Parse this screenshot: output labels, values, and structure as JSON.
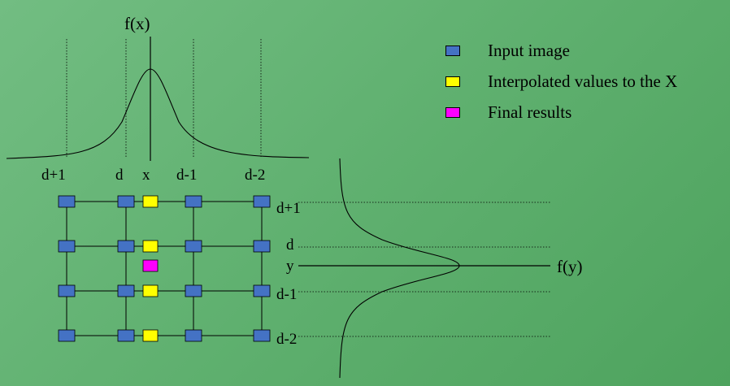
{
  "labels": {
    "fx": "f(x)",
    "fy": "f(y)",
    "x_ticks": [
      "d+1",
      "d",
      "x",
      "d-1",
      "d-2"
    ],
    "y_rows": [
      "d+1",
      "d",
      "y",
      "d-1",
      "d-2"
    ]
  },
  "legend": {
    "items": [
      {
        "label": "Input image",
        "color": "#4472c4"
      },
      {
        "label": "Interpolated values to the X",
        "color": "#ffff00"
      },
      {
        "label": "Final results",
        "color": "#ff00ff"
      }
    ]
  },
  "colors": {
    "input": "#4472c4",
    "interpolated": "#ffff00",
    "final": "#ff00ff"
  }
}
